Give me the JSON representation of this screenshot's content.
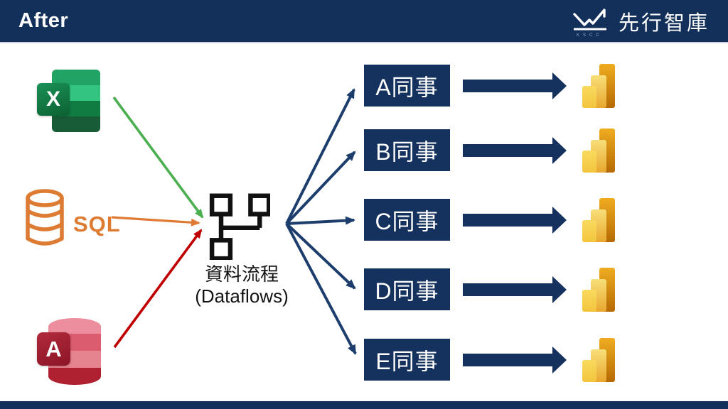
{
  "header": {
    "title": "After",
    "logo": {
      "text": "先行智庫",
      "subtext": "KSCC"
    }
  },
  "sources": [
    {
      "name": "excel",
      "badge": "X"
    },
    {
      "name": "sql",
      "label": "SQL"
    },
    {
      "name": "access",
      "badge": "A"
    }
  ],
  "dataflow": {
    "title_zh": "資料流程",
    "title_en": "(Dataflows)"
  },
  "recipients": [
    {
      "label": "A同事"
    },
    {
      "label": "B同事"
    },
    {
      "label": "C同事"
    },
    {
      "label": "D同事"
    },
    {
      "label": "E同事"
    }
  ],
  "colors": {
    "navy": "#13305B",
    "box_navy": "#15325F",
    "fan_arrow_navy": "#1D3E6D",
    "excel_green": "#21A366",
    "access_red": "#AF2031",
    "sql_orange": "#DE7B33",
    "green_arrow": "#4CAF50",
    "orange_arrow": "#E07B35",
    "red_arrow": "#C00000",
    "powerbi_gold": "#EFAC20"
  }
}
